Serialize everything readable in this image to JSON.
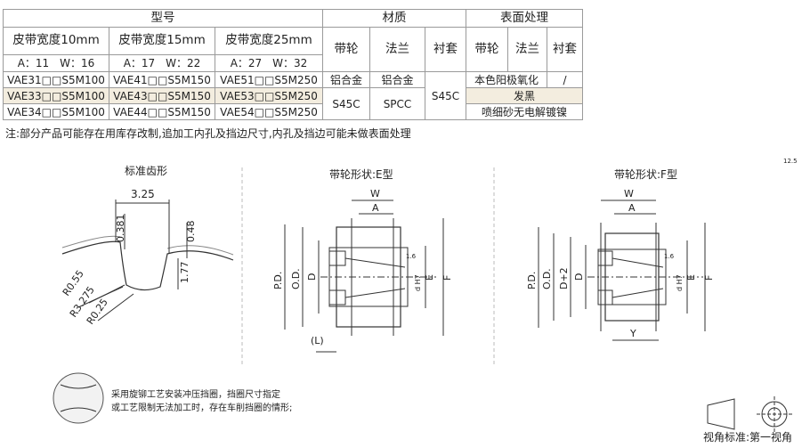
{
  "table": {
    "title_model": "型号",
    "title_material": "材质",
    "title_surface": "表面处理",
    "width_cols": [
      "皮带宽度10mm",
      "皮带宽度15mm",
      "皮带宽度25mm"
    ],
    "dims": [
      "A：11　W：16",
      "A：17　W：22",
      "A：27　W：32"
    ],
    "material_cols": [
      "带轮",
      "法兰",
      "衬套"
    ],
    "surface_cols": [
      "带轮",
      "法兰",
      "衬套"
    ],
    "rows": [
      [
        "VAE31□□S5M100",
        "VAE41□□S5M150",
        "VAE51□□S5M250"
      ],
      [
        "VAE33□□S5M100",
        "VAE43□□S5M150",
        "VAE53□□S5M250"
      ],
      [
        "VAE34□□S5M100",
        "VAE44□□S5M150",
        "VAE54□□S5M250"
      ]
    ],
    "mat_pulley_alu": "铝合金",
    "mat_flange_alu": "铝合金",
    "mat_pulley_steel": "S45C",
    "mat_flange_steel": "SPCC",
    "mat_bush": "S45C",
    "surf_1": "本色阳极氧化",
    "surf_1_bush": "/",
    "surf_2": "发黑",
    "surf_3": "喷细砂无电解镀镍"
  },
  "note": "注:部分产品可能存在用库存改制,追加工内孔及挡边尺寸,内孔及挡边可能未做表面处理",
  "diagrams": {
    "tooth_title": "标准齿形",
    "e_title": "带轮形状:E型",
    "f_title": "带轮形状:F型",
    "tooth_dims": [
      "3.25",
      "0.381",
      "0.48",
      "1.77",
      "R0.55",
      "R3.275",
      "R0.25"
    ],
    "e_labels": {
      "W": "W",
      "A": "A",
      "PD": "P.D.",
      "OD": "O.D.",
      "D": "D",
      "E": "E",
      "F": "F",
      "L": "(L)",
      "d": "d H7",
      "rough": "1.6"
    },
    "f_labels": {
      "W": "W",
      "A": "A",
      "PD": "P.D.",
      "OD": "O.D.",
      "D2": "D+2",
      "D": "D",
      "E": "E",
      "F": "F",
      "Y": "Y",
      "d": "d H7",
      "rough": "1.6"
    },
    "corner_rough": "12.5"
  },
  "footer": {
    "note_line1": "采用旋铆工艺安装冲压挡圈，挡圈尺寸指定",
    "note_line2": "或工艺限制无法加工时，存在车削挡圈的情形;",
    "projection": "视角标准:第一视角"
  }
}
